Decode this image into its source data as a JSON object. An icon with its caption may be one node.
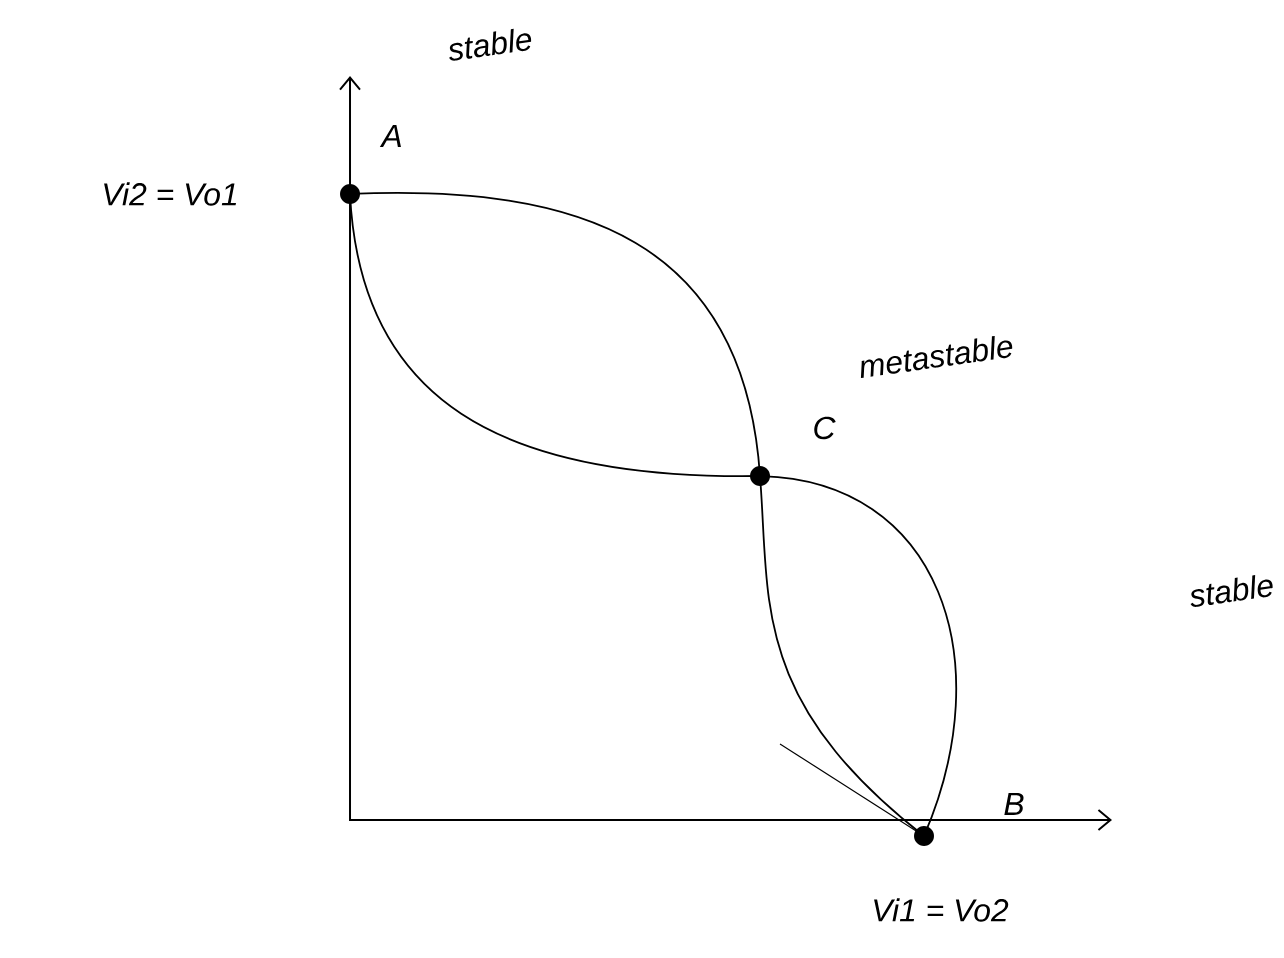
{
  "diagram": {
    "labels": [
      "stable",
      "A",
      "Vi2 = Vo1",
      "C",
      "metastable",
      "stable",
      "B",
      "Vi1 = Vo2"
    ]
  }
}
